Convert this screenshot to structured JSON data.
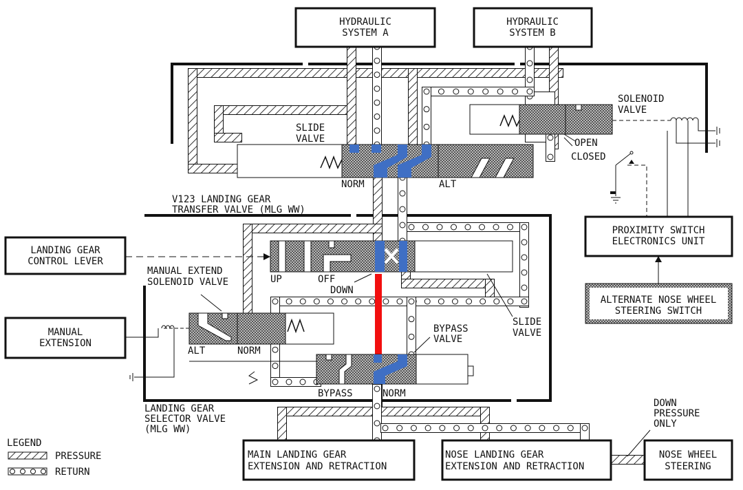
{
  "boxes": {
    "system_a": [
      "HYDRAULIC",
      "SYSTEM A"
    ],
    "system_b": [
      "HYDRAULIC",
      "SYSTEM B"
    ],
    "control_lever": [
      "LANDING GEAR",
      "CONTROL LEVER"
    ],
    "manual_extension": [
      "MANUAL",
      "EXTENSION"
    ],
    "proximity": [
      "PROXIMITY SWITCH",
      "ELECTRONICS UNIT"
    ],
    "alt_steering": [
      "ALTERNATE NOSE WHEEL",
      "STEERING SWITCH"
    ],
    "main_gear": [
      "MAIN LANDING GEAR",
      "EXTENSION AND RETRACTION"
    ],
    "nose_gear": [
      "NOSE LANDING GEAR",
      "EXTENSION AND RETRACTION"
    ],
    "nose_steering": [
      "NOSE WHEEL",
      "STEERING"
    ]
  },
  "labels": {
    "transfer_slide_valve": [
      "SLIDE",
      "VALVE"
    ],
    "solenoid_valve": [
      "SOLENOID",
      "VALVE"
    ],
    "open": "OPEN",
    "closed": "CLOSED",
    "norm_top": "NORM",
    "alt_top": "ALT",
    "transfer_valve": [
      "V123 LANDING GEAR",
      "TRANSFER VALVE (MLG WW)"
    ],
    "manual_extend": [
      "MANUAL EXTEND",
      "SOLENOID VALVE"
    ],
    "up": "UP",
    "off": "OFF",
    "down": "DOWN",
    "alt_sol": "ALT",
    "norm_sol": "NORM",
    "selector_slide_valve": [
      "SLIDE",
      "VALVE"
    ],
    "bypass_valve": [
      "BYPASS",
      "VALVE"
    ],
    "bypass": "BYPASS",
    "norm_bypass": "NORM",
    "selector_valve": [
      "LANDING GEAR",
      "SELECTOR VALVE",
      "(MLG WW)"
    ],
    "down_pressure": [
      "DOWN",
      "PRESSURE",
      "ONLY"
    ]
  },
  "legend": {
    "title": "LEGEND",
    "pressure": "PRESSURE",
    "return": "RETURN"
  },
  "colors": {
    "highlight_blue": "#3f6fc4",
    "highlight_red": "#f20f0f",
    "line": "#111111"
  }
}
